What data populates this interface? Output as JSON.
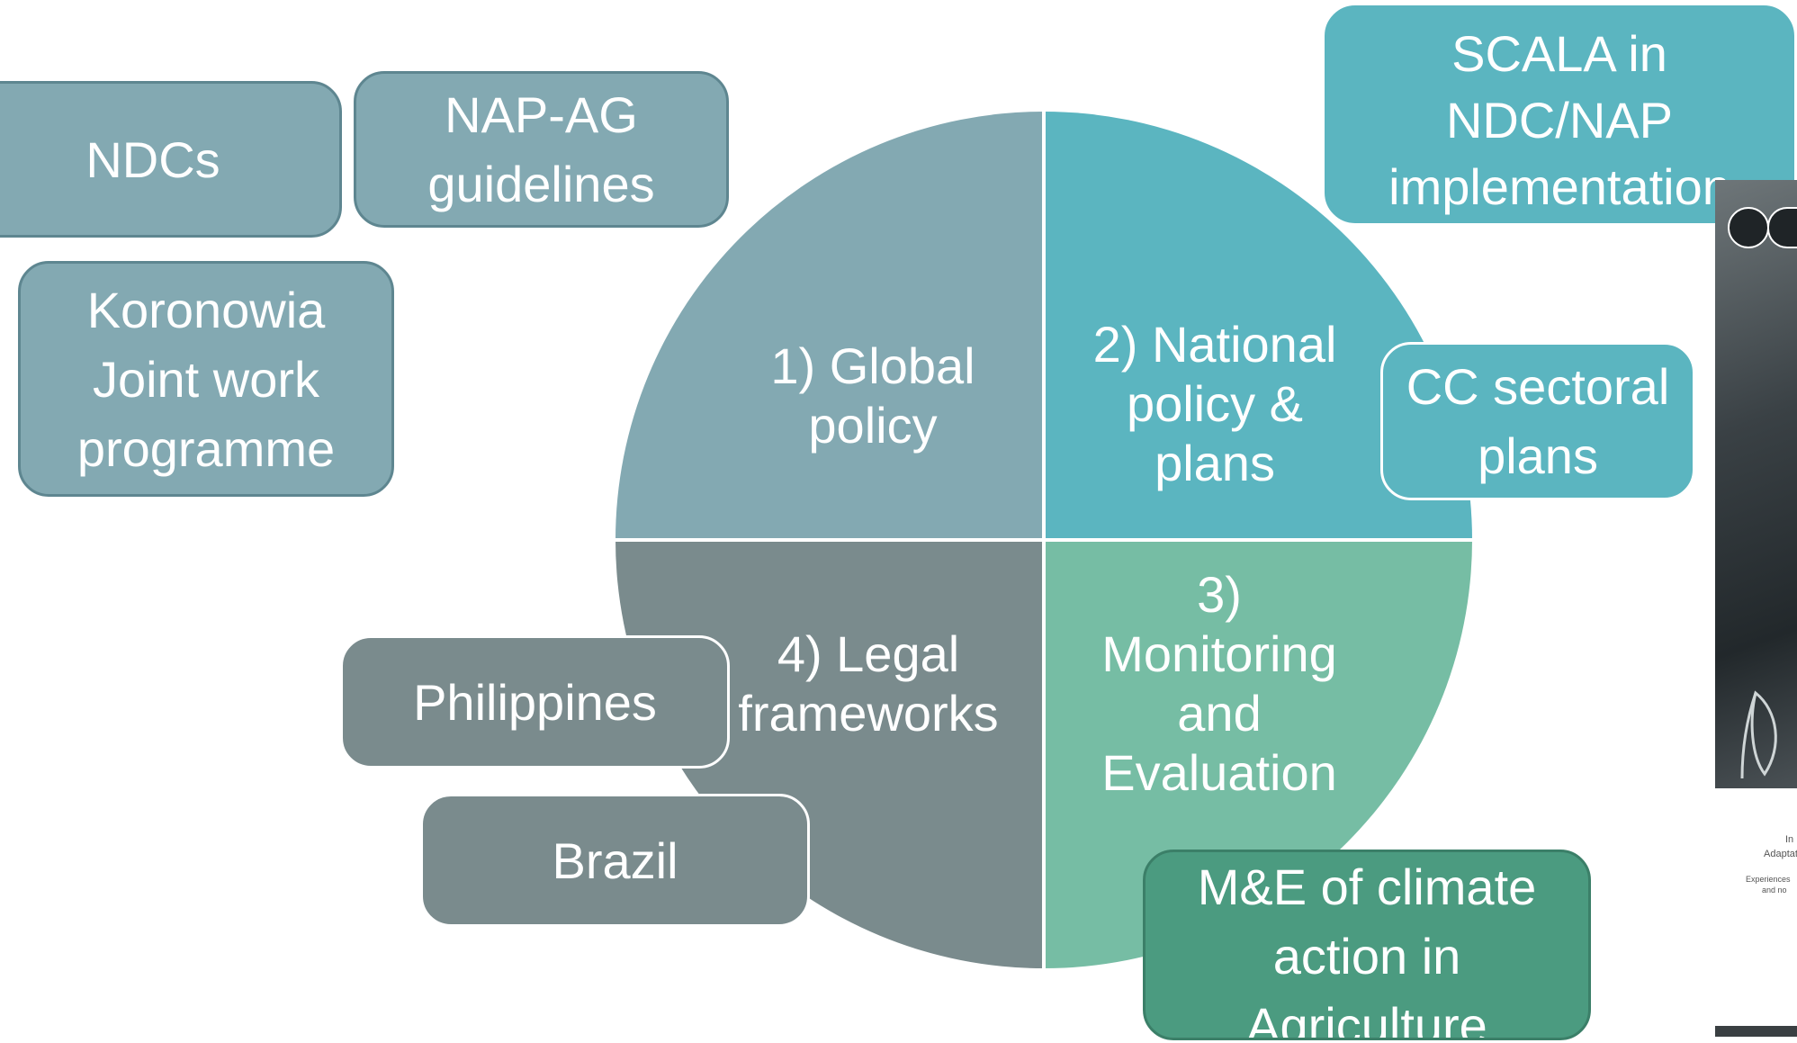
{
  "colors": {
    "global": "#83a9b2",
    "national": "#5bb5c0",
    "monitoring": "#76bda4",
    "legal": "#7a8b8d",
    "me_box": "#4b9b80"
  },
  "quadrants": {
    "global": "1) Global\npolicy",
    "national": "2) National\npolicy &\nplans",
    "monitoring": "3)\nMonitoring\nand\nEvaluation",
    "legal": "4) Legal\nframeworks"
  },
  "boxes": {
    "ndcs": "NDCs",
    "nap_ag": "NAP-AG\nguidelines",
    "koronowia": "Koronowia\nJoint work\nprogramme",
    "scala": "SCALA in\nNDC/NAP\nimplementation",
    "cc_sectoral": "CC sectoral\nplans",
    "philippines": "Philippines",
    "brazil": "Brazil",
    "me_climate": "M&E of climate\naction in\nAgriculture"
  },
  "brochure": {
    "line1": "In",
    "line2": "Adaptati",
    "line3": "Experiences",
    "line4": "and no"
  }
}
